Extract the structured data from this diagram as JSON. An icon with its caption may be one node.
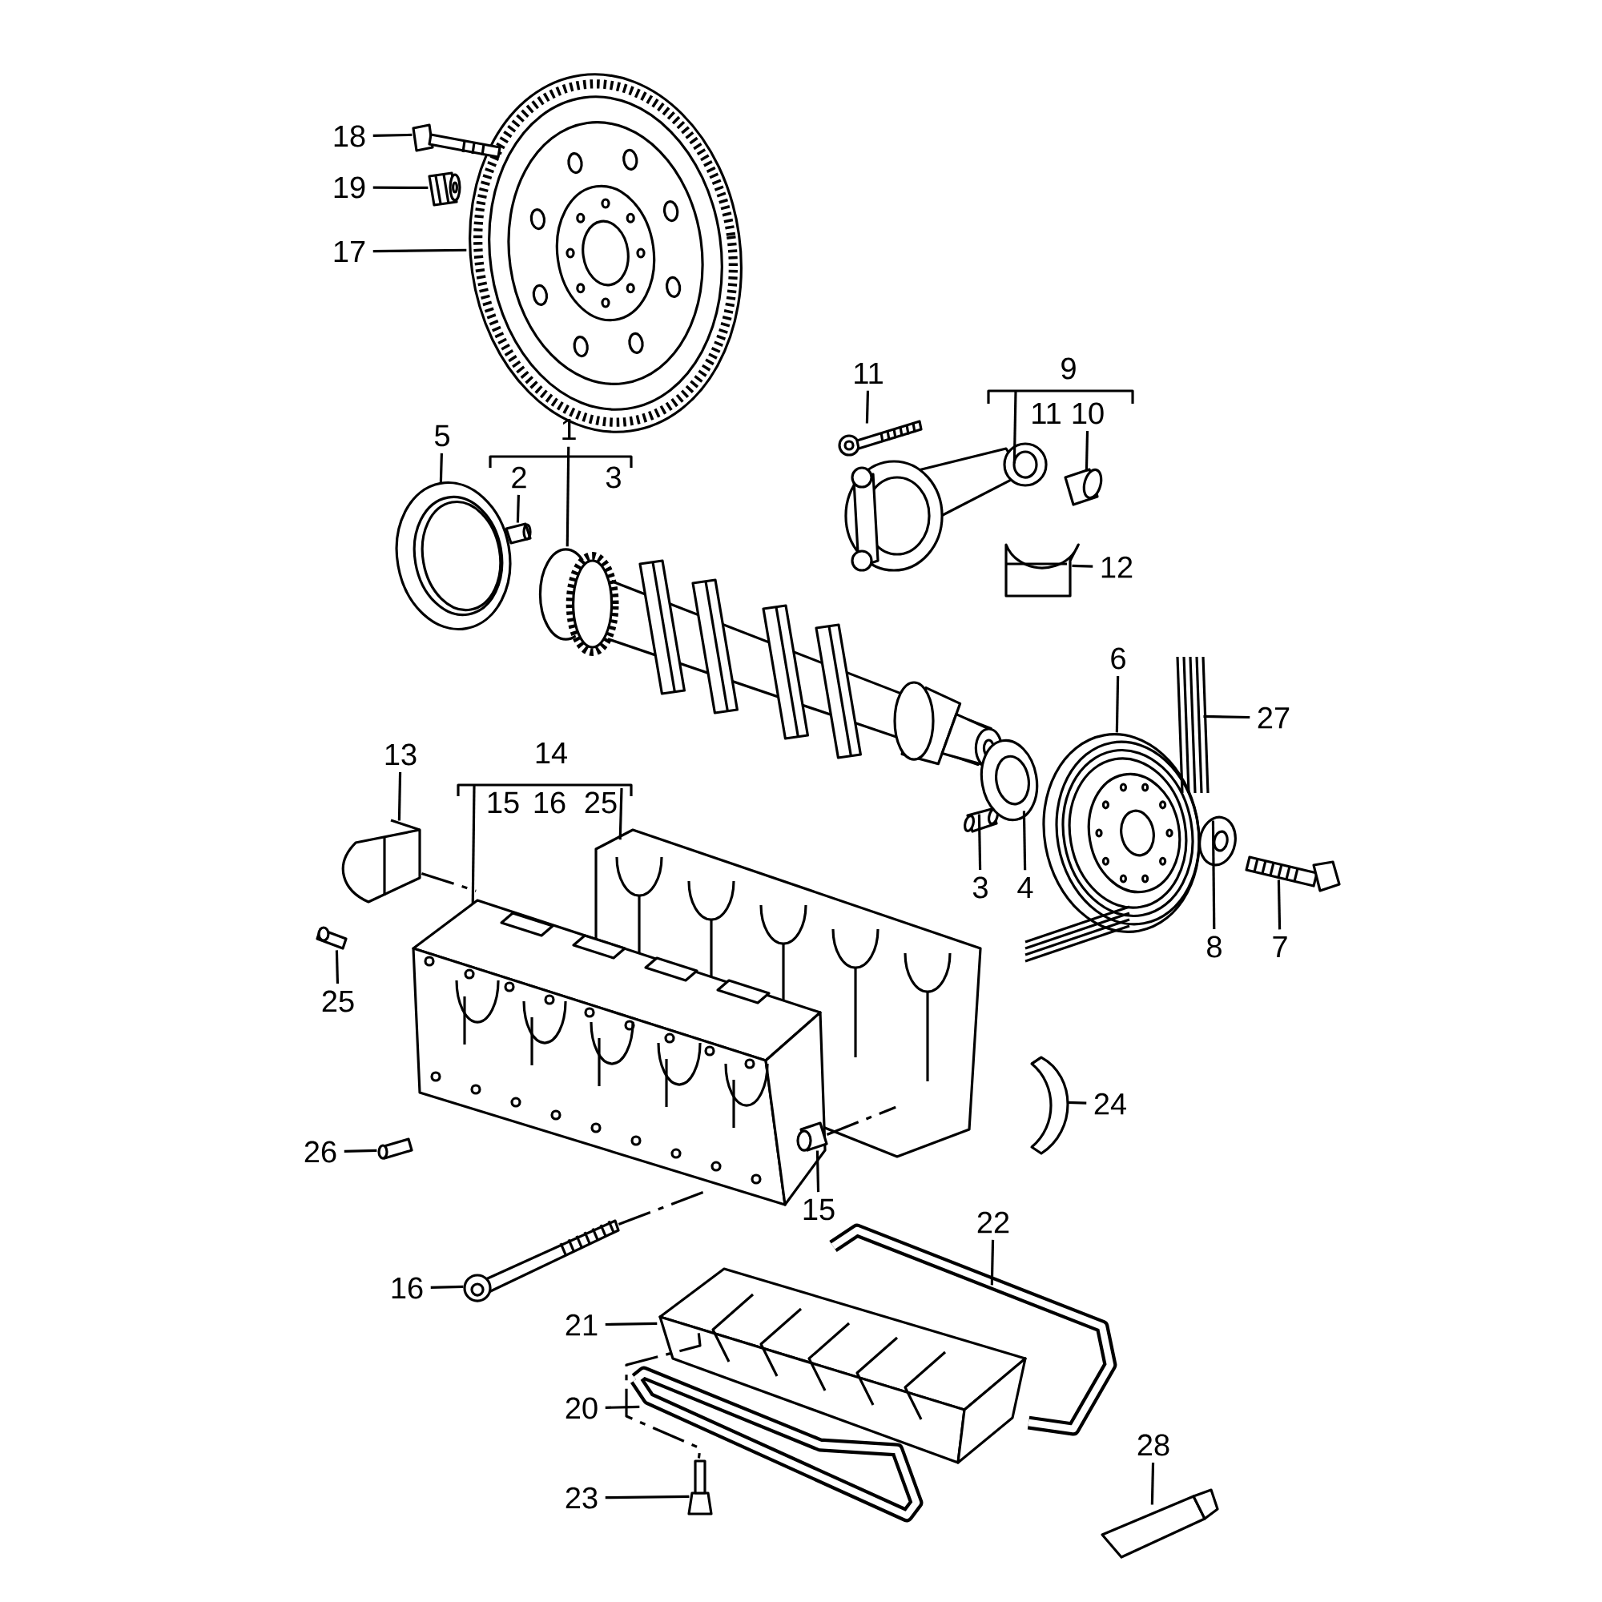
{
  "diagram": {
    "nodes": [
      {
        "text": [
          "18"
        ]
      },
      {
        "text": [
          "19"
        ]
      },
      {
        "text": [
          "17"
        ]
      },
      {
        "text": [
          "11"
        ]
      },
      {
        "text": [
          "11"
        ]
      },
      {
        "text": [
          "10"
        ]
      },
      {
        "text": [
          "5"
        ]
      },
      {
        "text": [
          "1"
        ]
      },
      {
        "text": [
          "2"
        ]
      },
      {
        "text": [
          "12"
        ]
      },
      {
        "text": [
          "6"
        ]
      },
      {
        "text": [
          "27"
        ]
      },
      {
        "text": [
          "13"
        ]
      },
      {
        "text": [
          "15"
        ]
      },
      {
        "text": [
          "25"
        ]
      },
      {
        "text": [
          "3"
        ]
      },
      {
        "text": [
          "4"
        ]
      },
      {
        "text": [
          "8"
        ]
      },
      {
        "text": [
          "7"
        ]
      },
      {
        "text": [
          "25"
        ]
      },
      {
        "text": [
          "24"
        ]
      },
      {
        "text": [
          "26"
        ]
      },
      {
        "text": [
          "15"
        ]
      },
      {
        "text": [
          "22"
        ]
      },
      {
        "text": [
          "16"
        ]
      },
      {
        "text": [
          "21"
        ]
      },
      {
        "text": [
          "20"
        ]
      },
      {
        "text": [
          "23"
        ]
      },
      {
        "text": [
          "28"
        ]
      },
      {
        "text": [],
        "shape": "picture"
      },
      {
        "text": [],
        "shape": "picture"
      },
      {
        "text": [],
        "shape": "picture"
      },
      {
        "text": [],
        "shape": "picture"
      },
      {
        "text": [],
        "shape": "picture"
      },
      {
        "text": [],
        "shape": "picture"
      },
      {
        "text": [],
        "shape": "picture"
      },
      {
        "text": [],
        "shape": "picture"
      },
      {
        "text": [],
        "shape": "picture"
      },
      {
        "text": [],
        "shape": "picture"
      },
      {
        "text": [],
        "shape": "picture"
      },
      {
        "text": [],
        "shape": "picture"
      },
      {
        "text": [],
        "shape": "picture"
      },
      {
        "text": [],
        "shape": "picture"
      },
      {
        "text": [],
        "shape": "picture"
      },
      {
        "text": [],
        "shape": "picture"
      },
      {
        "text": [],
        "shape": "picture"
      },
      {
        "text": [],
        "shape": "picture"
      },
      {
        "text": [],
        "shape": "picture"
      },
      {
        "text": [],
        "shape": "picture"
      },
      {
        "text": [],
        "shape": "picture"
      },
      {
        "text": [],
        "shape": "picture"
      },
      {
        "text": [],
        "shape": "picture"
      },
      {
        "text": [],
        "shape": "picture"
      },
      {
        "text": [],
        "shape": "picture"
      },
      {
        "text": [],
        "shape": "picture"
      },
      {
        "text": [],
        "shape": "picture"
      },
      {
        "text": [],
        "shape": "picture"
      }
    ],
    "edges": [
      {
        "from": 0,
        "to": 30,
        "arrow": "none"
      },
      {
        "from": 1,
        "to": 31,
        "arrow": "none"
      },
      {
        "from": 2,
        "to": 29,
        "arrow": "none"
      },
      {
        "from": 3,
        "to": 32,
        "arrow": "none"
      },
      {
        "from": 4,
        "to": 33,
        "arrow": "none"
      },
      {
        "from": 5,
        "to": 34,
        "arrow": "none"
      },
      {
        "from": 6,
        "to": 35,
        "arrow": "none"
      },
      {
        "from": 7,
        "to": 36,
        "arrow": "none"
      },
      {
        "from": 8,
        "to": 37,
        "arrow": "none"
      },
      {
        "from": 9,
        "to": 38,
        "arrow": "none"
      },
      {
        "from": 10,
        "to": 39,
        "arrow": "none"
      },
      {
        "from": 11,
        "to": 40,
        "arrow": "none"
      },
      {
        "from": 12,
        "to": 41,
        "arrow": "none"
      },
      {
        "from": 13,
        "to": 42,
        "arrow": "none"
      },
      {
        "from": 14,
        "to": 42,
        "arrow": "none"
      },
      {
        "from": 15,
        "to": 43,
        "arrow": "none"
      },
      {
        "from": 16,
        "to": 44,
        "arrow": "none"
      },
      {
        "from": 17,
        "to": 45,
        "arrow": "none"
      },
      {
        "from": 18,
        "to": 46,
        "arrow": "none"
      },
      {
        "from": 19,
        "to": 47,
        "arrow": "none"
      },
      {
        "from": 20,
        "to": 48,
        "arrow": "none"
      },
      {
        "from": 21,
        "to": 49,
        "arrow": "none"
      },
      {
        "from": 22,
        "to": 50,
        "arrow": "none"
      },
      {
        "from": 23,
        "to": 51,
        "arrow": "none"
      },
      {
        "from": 24,
        "to": 52,
        "arrow": "none"
      },
      {
        "from": 25,
        "to": 53,
        "arrow": "none"
      },
      {
        "from": 26,
        "to": 54,
        "arrow": "none"
      },
      {
        "from": 27,
        "to": 55,
        "arrow": "none"
      },
      {
        "from": 28,
        "to": 56,
        "arrow": "none"
      },
      {
        "from": 41,
        "to": 42,
        "arrow": "none",
        "style": "dashed"
      },
      {
        "from": 50,
        "to": 42,
        "arrow": "none",
        "style": "dashed"
      },
      {
        "from": 52,
        "to": 42,
        "arrow": "none",
        "style": "dashed"
      },
      {
        "from": 53,
        "to": 55,
        "arrow": "none",
        "style": "dashed"
      }
    ],
    "labels": [
      "9",
      "3",
      "14",
      "16"
    ]
  }
}
